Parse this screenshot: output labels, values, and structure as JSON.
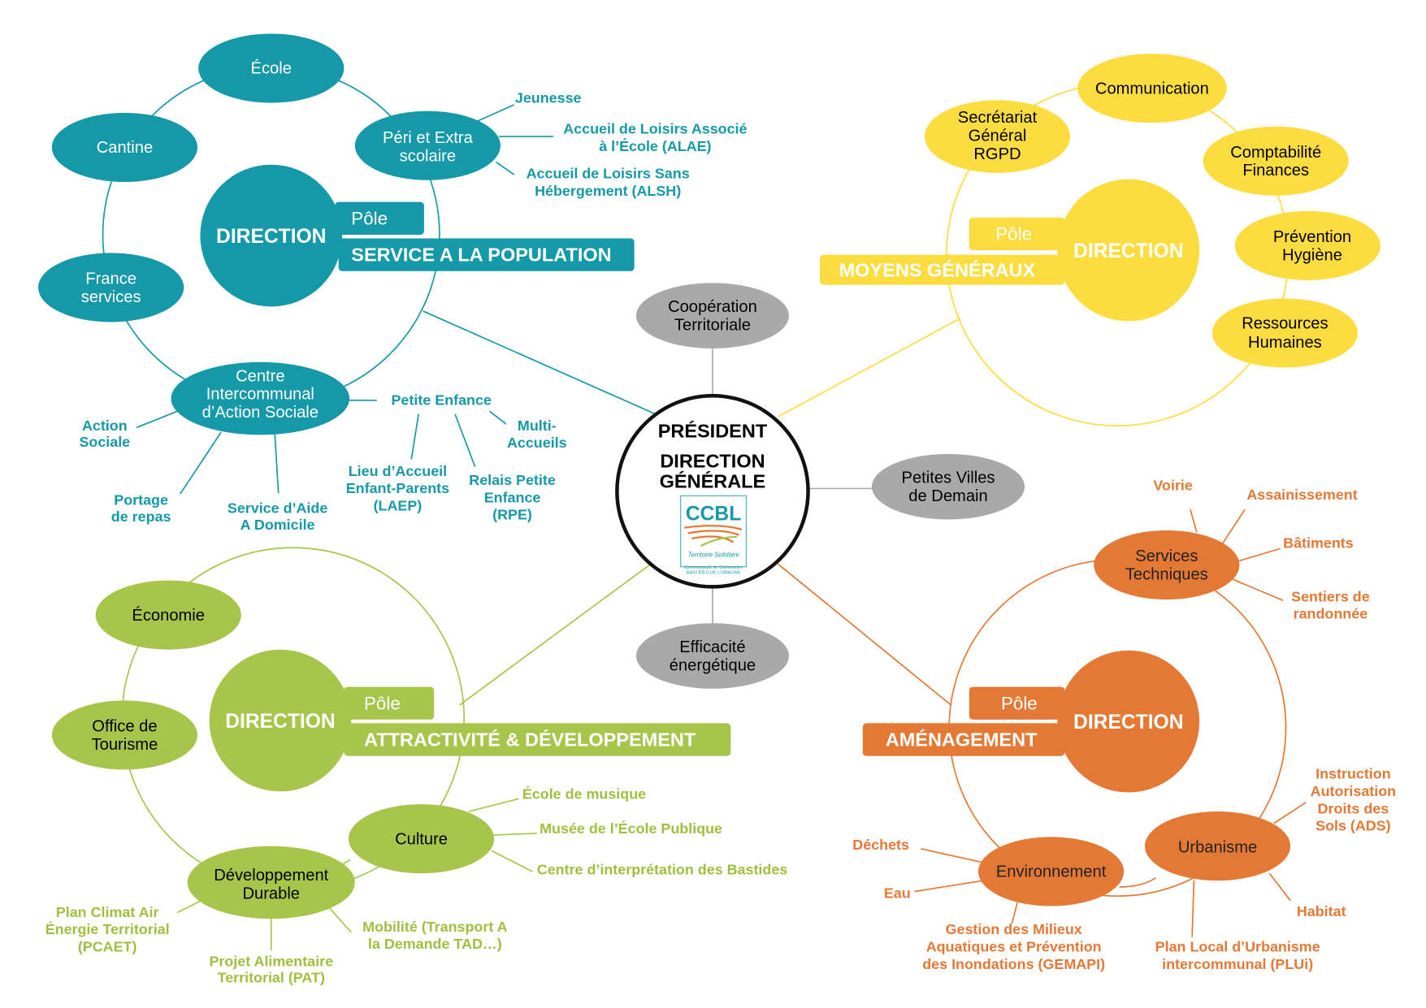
{
  "center": {
    "line1": "PRÉSIDENT",
    "line2": "DIRECTION",
    "line3": "GÉNÉRALE",
    "logo": {
      "name": "CCBL",
      "tagline": "Territoire Solidaire",
      "sub1": "Communauté de Communes",
      "sub2": "BASTIDES DE LOMAGNE"
    }
  },
  "transversal": [
    {
      "l1": "Coopération",
      "l2": "Territoriale"
    },
    {
      "l1": "Petites Villes",
      "l2": "de Demain"
    },
    {
      "l1": "Efficacité",
      "l2": "énergétique"
    }
  ],
  "poles": {
    "population": {
      "color": "#1599a8",
      "direction": "DIRECTION",
      "pole": "Pôle",
      "name": "SERVICE A LA POPULATION",
      "nodes": {
        "ecole": "École",
        "cantine": "Cantine",
        "france1": "France",
        "france2": "services",
        "peri1": "Péri et Extra",
        "peri2": "scolaire",
        "cias1": "Centre",
        "cias2": "Intercommunal",
        "cias3": "d’Action Sociale"
      },
      "leaves": {
        "jeunesse": "Jeunesse",
        "alae1": "Accueil de Loisirs Associé",
        "alae2": "à l’École (ALAE)",
        "alsh1": "Accueil de Loisirs Sans",
        "alsh2": "Hébergement (ALSH)",
        "petite": "Petite Enfance",
        "multi1": "Multi-",
        "multi2": "Accueils",
        "laep1": "Lieu d’Accueil",
        "laep2": "Enfant-Parents",
        "laep3": "(LAEP)",
        "rpe1": "Relais Petite",
        "rpe2": "Enfance",
        "rpe3": "(RPE)",
        "action1": "Action",
        "action2": "Sociale",
        "portage1": "Portage",
        "portage2": "de repas",
        "sad1": "Service d’Aide",
        "sad2": "A Domicile"
      }
    },
    "moyens": {
      "color": "#fcdc3f",
      "direction": "DIRECTION",
      "pole": "Pôle",
      "name": "MOYENS GÉNÉRAUX",
      "nodes": {
        "comm": "Communication",
        "sec1": "Secrétariat",
        "sec2": "Général",
        "sec3": "RGPD",
        "compta1": "Comptabilité",
        "compta2": "Finances",
        "prev1": "Prévention",
        "prev2": "Hygiène",
        "rh1": "Ressources",
        "rh2": "Humaines"
      }
    },
    "attractivite": {
      "color": "#a7c54b",
      "direction": "DIRECTION",
      "pole": "Pôle",
      "name": "ATTRACTIVITÉ & DÉVELOPPEMENT",
      "nodes": {
        "eco": "Économie",
        "office1": "Office de",
        "office2": "Tourisme",
        "culture": "Culture",
        "dd1": "Développement",
        "dd2": "Durable"
      },
      "leaves": {
        "musique": "École de musique",
        "musee": "Musée de l’École Publique",
        "bastides": "Centre d’interprétation des Bastides",
        "pcaet1": "Plan Climat Air",
        "pcaet2": "Énergie Territorial",
        "pcaet3": "(PCAET)",
        "pat1": "Projet Alimentaire",
        "pat2": "Territorial (PAT)",
        "mob1": "Mobilité (Transport A",
        "mob2": "la Demande TAD…)"
      }
    },
    "amenagement": {
      "color": "#e47935",
      "direction": "DIRECTION",
      "pole": "Pôle",
      "name": "AMÉNAGEMENT",
      "nodes": {
        "st1": "Services",
        "st2": "Techniques",
        "env": "Environnement",
        "urba": "Urbanisme"
      },
      "leaves": {
        "voirie": "Voirie",
        "assain": "Assainissement",
        "bat": "Bâtiments",
        "sent1": "Sentiers de",
        "sent2": "randonnée",
        "dechets": "Déchets",
        "eau": "Eau",
        "gem1": "Gestion des Milieux",
        "gem2": "Aquatiques et Prévention",
        "gem3": "des Inondations (GEMAPI)",
        "ads1": "Instruction",
        "ads2": "Autorisation",
        "ads3": "Droits des",
        "ads4": "Sols (ADS)",
        "habitat": "Habitat",
        "plui1": "Plan Local d’Urbanisme",
        "plui2": "intercommunal (PLUi)"
      }
    }
  }
}
